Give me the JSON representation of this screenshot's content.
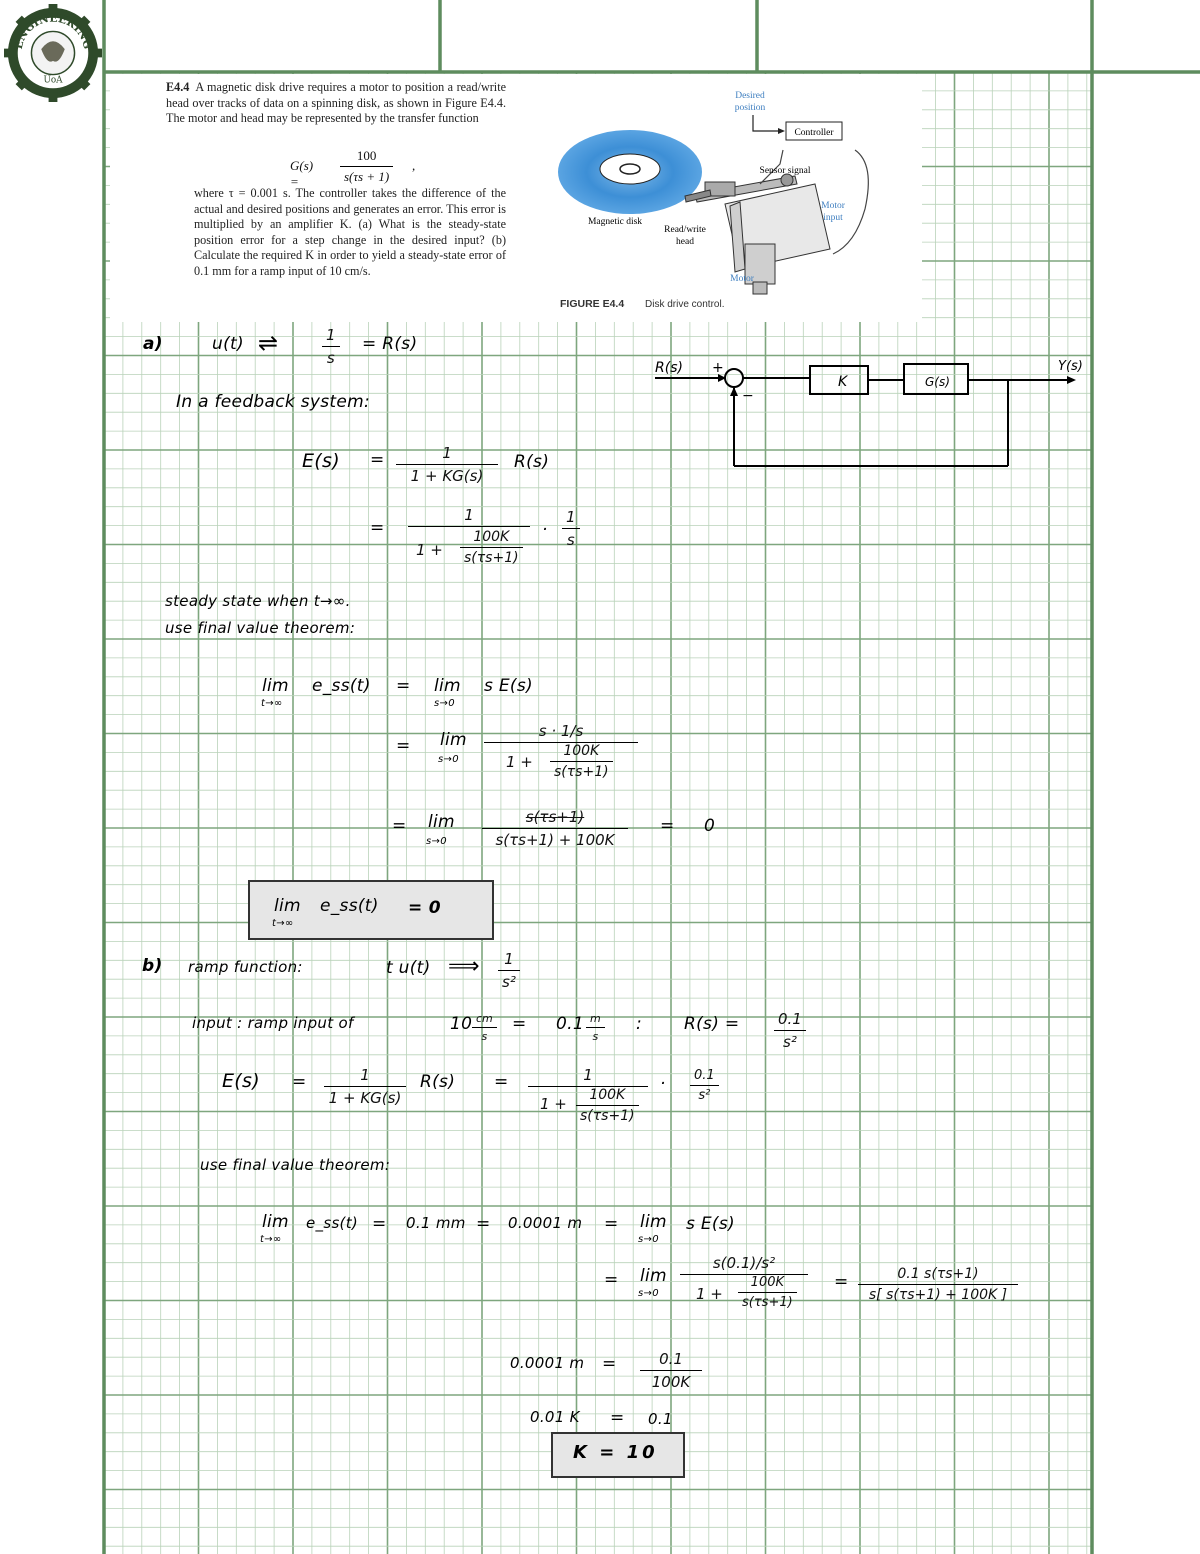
{
  "logo": {
    "top_text": "ENGINEERING",
    "bottom_text": "UoA"
  },
  "problem": {
    "number": "E4.4",
    "text1": "A magnetic disk drive requires a motor to position a read/write head over tracks of data on a spinning disk, as shown in Figure E4.4. The motor and head may be represented by the transfer function",
    "eq_lhs": "G(s) =",
    "eq_num": "100",
    "eq_den": "s(τs + 1)",
    "eq_tail": ",",
    "text2": "where τ = 0.001 s. The controller takes the difference of the actual and desired positions and generates an error. This error is multiplied by an amplifier K. (a) What is the steady-state position error for a step change in the desired input? (b) Calculate the required K in order to yield a steady-state error of 0.1 mm for a ramp input of 10 cm/s."
  },
  "figure": {
    "desired_position": [
      "Desired",
      "position"
    ],
    "controller": "Controller",
    "sensor_signal": "Sensor signal",
    "motor_input": [
      "Motor",
      "input"
    ],
    "magnetic_disk": "Magnetic disk",
    "read_write_head": [
      "Read/write",
      "head"
    ],
    "motor": "Motor",
    "caption_label": "FIGURE E4.4",
    "caption_text": "Disk drive control."
  },
  "block_diagram": {
    "input": "R(s)",
    "plus": "+",
    "minus": "−",
    "gain": "K",
    "plant": "G(s)",
    "output": "Y(s)"
  },
  "part_a": {
    "label": "a)",
    "step_lhs": "u(t)",
    "arrow": "⇌",
    "step_num": "1",
    "step_den": "s",
    "step_rhs": "= R(s)",
    "feedback_text": "In a feedback system:",
    "E_lhs": "E(s)",
    "eq": "=",
    "E_num": "1",
    "E_den": "1 + KG(s)",
    "E_R": "R(s)",
    "eq2": "=",
    "sub_num": "1",
    "sub_den_pre": "1 +",
    "sub_inner_num": "100K",
    "sub_inner_den": "s(τs+1)",
    "dot": "·",
    "one_over_s_num": "1",
    "one_over_s_den": "s",
    "steady_text": "steady state when t→∞.",
    "use_text": "use final value theorem:",
    "lim": "lim",
    "t_inf": "t→∞",
    "s_zero": "s→0",
    "ess": "e_ss(t)",
    "sEs": "s E(s)",
    "lim2_num": "s · 1/s",
    "lim2_den_pre": "1 +",
    "lim2_inner_num": "100K",
    "lim2_inner_den": "s(τs+1)",
    "lim3_num": "s(τs+1)",
    "lim3_den": "s(τs+1) + 100K",
    "zero": "0",
    "box_result": "= 0"
  },
  "part_b": {
    "label": "b)",
    "ramp_text": "ramp function:",
    "ramp_lhs": "t u(t)",
    "ramp_arrow": "⟹",
    "ramp_num": "1",
    "ramp_den": "s²",
    "input_text": "input :  ramp input of",
    "ramp_val": "10",
    "ramp_unit_num": "cm",
    "ramp_unit_den": "s",
    "eq": "=",
    "conv_val": "0.1",
    "conv_unit_num": "m",
    "conv_unit_den": "s",
    "colon": ":",
    "R_lhs": "R(s)  =",
    "R_num": "0.1",
    "R_den": "s²",
    "E_lhs": "E(s)",
    "E_num": "1",
    "E_den": "1 + KG(s)",
    "E_R": "R(s)",
    "sub_num": "1",
    "sub_den_pre": "1 +",
    "sub_inner_num": "100K",
    "sub_inner_den": "s(τs+1)",
    "dot": "·",
    "sub_R_num": "0.1",
    "sub_R_den": "s²",
    "use_text": "use final value theorem:",
    "lim": "lim",
    "t_inf": "t→∞",
    "s_zero": "s→0",
    "ess": "e_ss(t)",
    "val1": "0.1 mm",
    "val2": "0.0001 m",
    "sEs": "s E(s)",
    "l2_num": "s(0.1)/s²",
    "l2_den_pre": "1 +",
    "l2_inner_num": "100K",
    "l2_inner_den": "s(τs+1)",
    "l3_num": "0.1 s(τs+1)",
    "l3_den": "s[ s(τs+1) + 100K ]",
    "res_lhs": "0.0001 m",
    "res_num": "0.1",
    "res_den": "100K",
    "k_line_lhs": "0.01 K",
    "k_line_rhs": "0.1",
    "final": "K = 10"
  }
}
